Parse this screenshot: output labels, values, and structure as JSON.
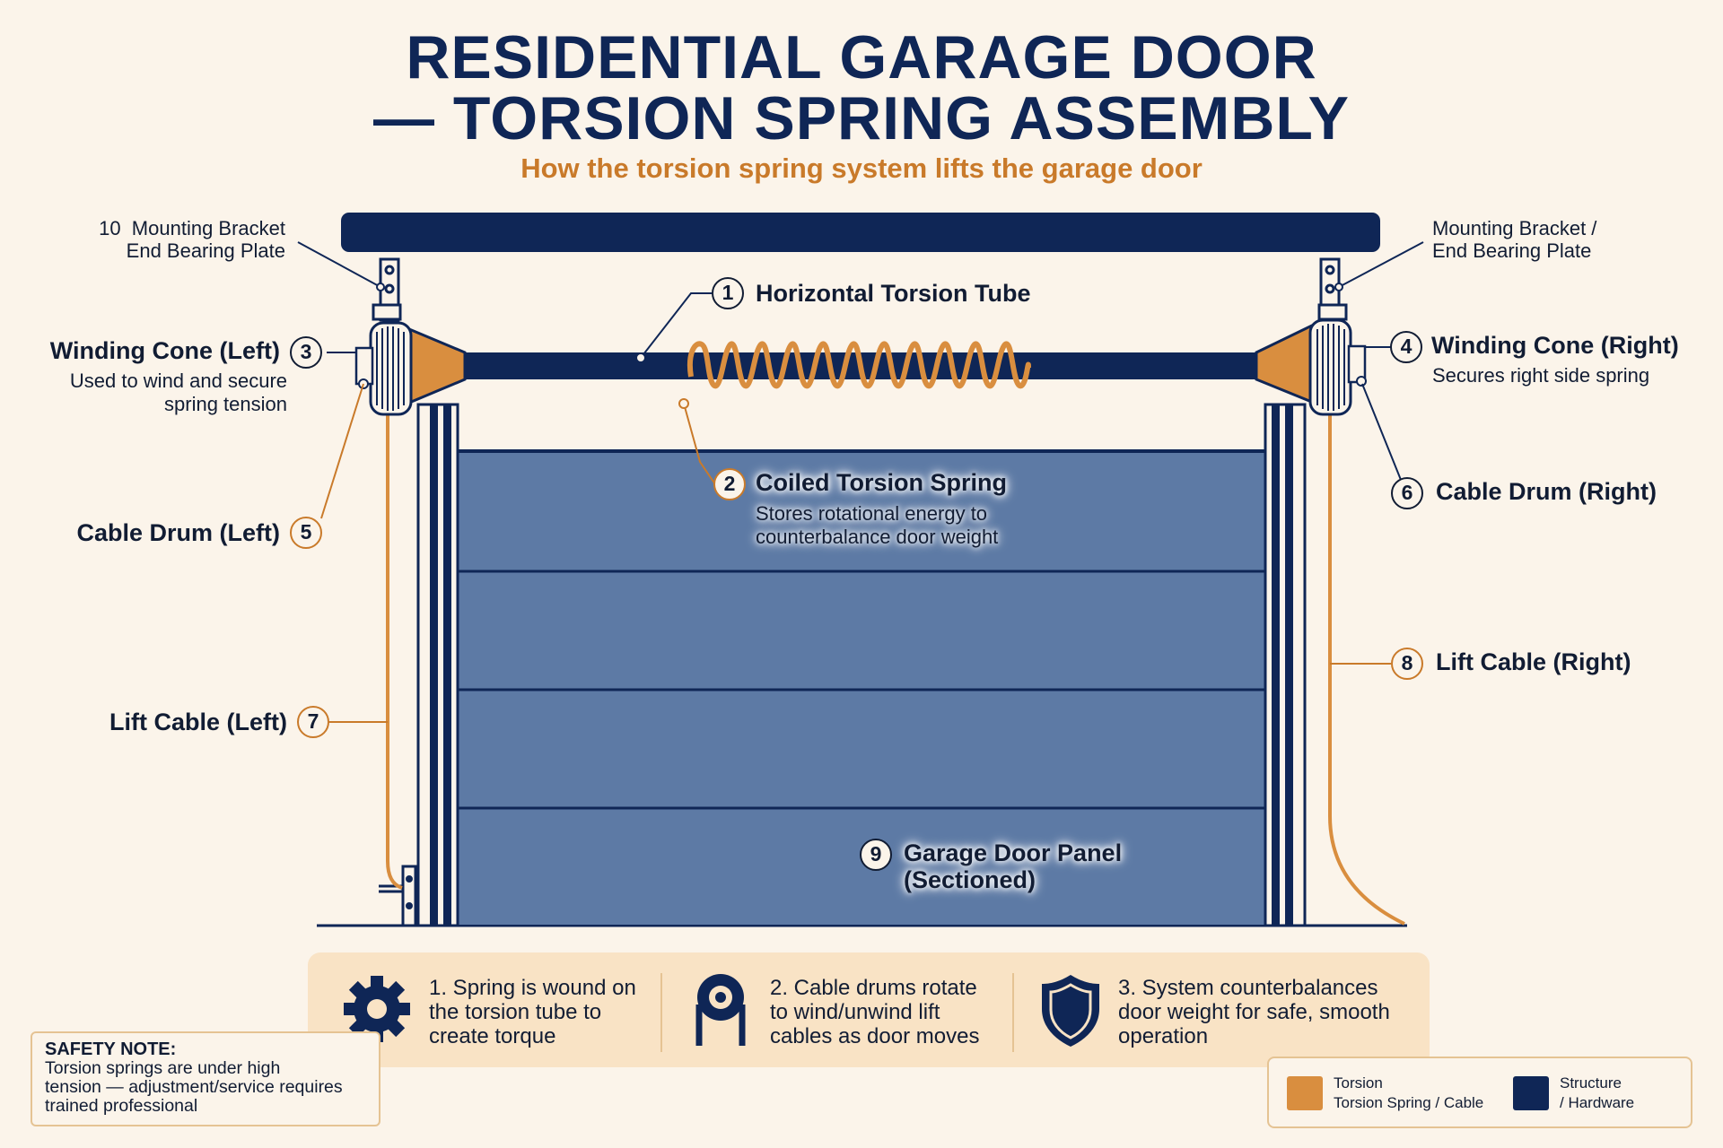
{
  "title_line1": "RESIDENTIAL GARAGE DOOR",
  "title_line2": "— TORSION SPRING ASSEMBLY",
  "subtitle": "How the torsion spring system lifts the garage door",
  "colors": {
    "navy": "#0f2656",
    "orange": "#d98e3f",
    "panel": "#5d7aa5",
    "background": "#fbf4ea"
  },
  "callouts": {
    "bracket_left": {
      "number": "10",
      "line1": "Mounting Bracket",
      "line2": "End Bearing Plate"
    },
    "bracket_right": {
      "line1": "Mounting Bracket /",
      "line2": "End Bearing Plate"
    },
    "torsion_tube": {
      "number": "1",
      "label": "Horizontal Torsion Tube"
    },
    "spring": {
      "number": "2",
      "label": "Coiled Torsion Spring",
      "desc1": "Stores rotational energy to",
      "desc2": "counterbalance door weight"
    },
    "cone_left": {
      "number": "3",
      "label": "Winding Cone (Left)",
      "desc1": "Used to wind and secure",
      "desc2": "spring tension"
    },
    "cone_right": {
      "number": "4",
      "label": "Winding Cone (Right)",
      "desc1": "Secures right side spring"
    },
    "drum_left": {
      "number": "5",
      "label": "Cable Drum (Left)"
    },
    "drum_right": {
      "number": "6",
      "label": "Cable Drum (Right)"
    },
    "cable_left": {
      "number": "7",
      "label": "Lift Cable (Left)"
    },
    "cable_right": {
      "number": "8",
      "label": "Lift Cable (Right)"
    },
    "panel": {
      "number": "9",
      "line1": "Garage Door Panel",
      "line2": "(Sectioned)"
    }
  },
  "steps": [
    {
      "icon": "gear-icon",
      "line1": "1. Spring is wound on",
      "line2": "the torsion tube to",
      "line3": "create torque"
    },
    {
      "icon": "cable-drum-icon",
      "line1": "2. Cable drums rotate",
      "line2": "to wind/unwind lift",
      "line3": "cables as door moves"
    },
    {
      "icon": "shield-icon",
      "line1": "3. System counterbalances",
      "line2": "door weight for safe, smooth",
      "line3": "operation"
    }
  ],
  "safety": {
    "title": "SAFETY NOTE:",
    "line1": "Torsion springs are under high",
    "line2": "tension — adjustment/service requires",
    "line3": "trained professional"
  },
  "legend": {
    "orange_line1": "Torsion",
    "orange_line2": "Torsion Spring / Cable",
    "navy_line1": "Structure",
    "navy_line2": "/ Hardware"
  }
}
